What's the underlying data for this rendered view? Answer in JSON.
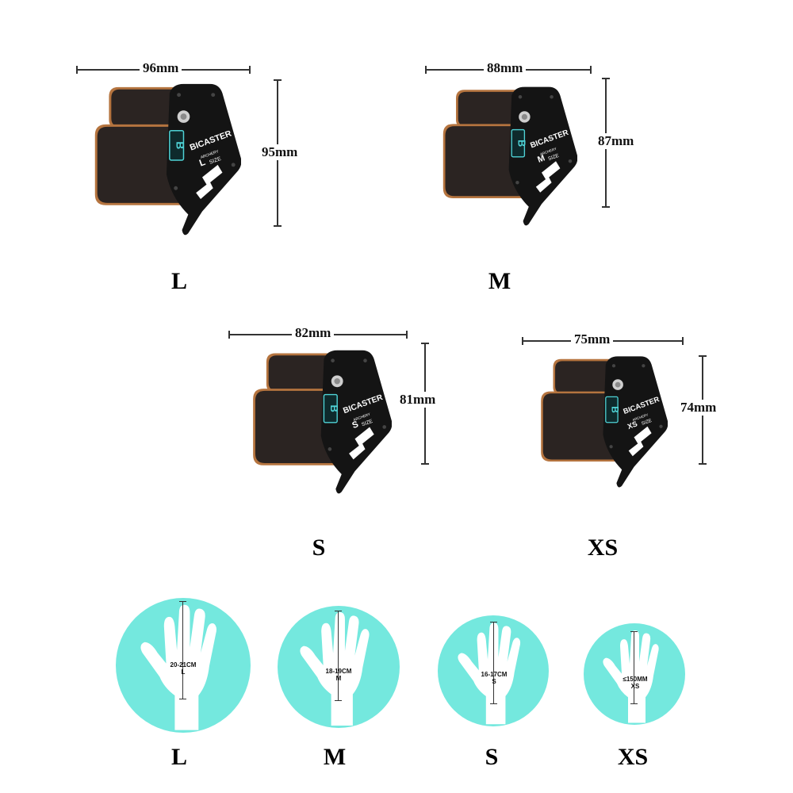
{
  "products": [
    {
      "size": "L",
      "width": "96mm",
      "height": "95mm",
      "brand": "BICASTER",
      "sub": "ARCHERY",
      "size_tag": "L",
      "size_word": "SIZE"
    },
    {
      "size": "M",
      "width": "88mm",
      "height": "87mm",
      "brand": "BICASTER",
      "sub": "ARCHERY",
      "size_tag": "M",
      "size_word": "SIZE"
    },
    {
      "size": "S",
      "width": "82mm",
      "height": "81mm",
      "brand": "BICASTER",
      "sub": "ARCHERY",
      "size_tag": "S",
      "size_word": "SIZE"
    },
    {
      "size": "XS",
      "width": "75mm",
      "height": "74mm",
      "brand": "BICASTER",
      "sub": "ARCHERY",
      "size_tag": "XS",
      "size_word": "SIZE"
    }
  ],
  "hands": [
    {
      "size": "L",
      "measure": "20-21CM",
      "tag": "L"
    },
    {
      "size": "M",
      "measure": "18-19CM",
      "tag": "M"
    },
    {
      "size": "S",
      "measure": "16-17CM",
      "tag": "S"
    },
    {
      "size": "XS",
      "measure": "≤150MM",
      "tag": "XS"
    }
  ],
  "colors": {
    "circle": "#74e8de",
    "leather": "#2b2422",
    "leather_edge": "#b5743f",
    "plate": "#141414",
    "badge": "#4fd3d6"
  }
}
